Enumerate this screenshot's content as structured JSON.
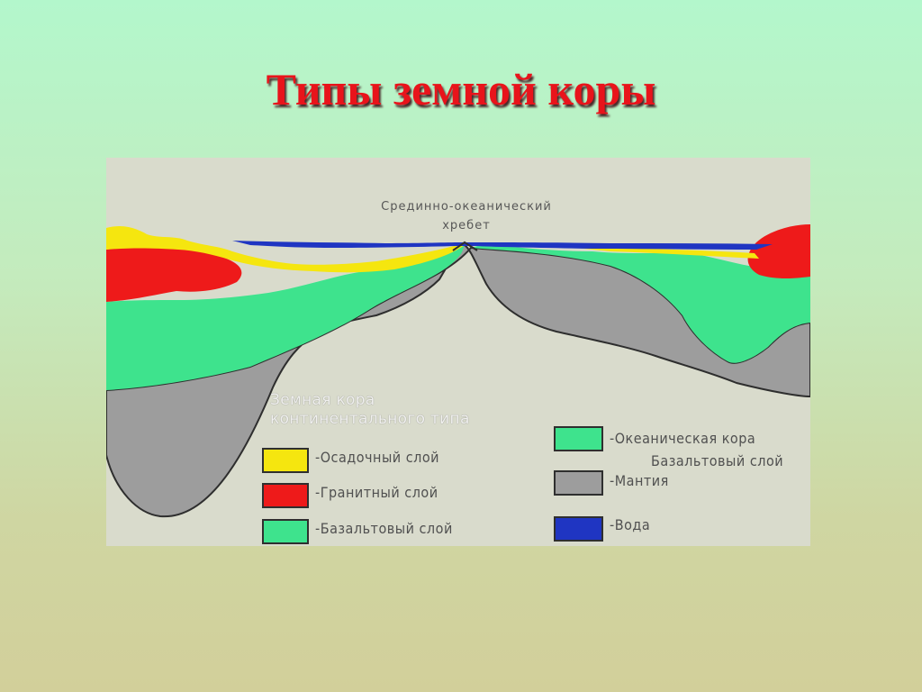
{
  "title": "Типы земной коры",
  "diagram": {
    "ridge_label_line1": "Срединно-океанический",
    "ridge_label_line2": "хребет",
    "legend_heading_line1": "Земная кора",
    "legend_heading_line2": "континентального типа",
    "legend_left": [
      {
        "label": "-Осадочный слой",
        "color": "#f5e60f"
      },
      {
        "label": "-Гранитный слой",
        "color": "#ee1a1a"
      },
      {
        "label": "-Базальтовый слой",
        "color": "#3ee38d"
      }
    ],
    "legend_right": [
      {
        "label_line1": "-Океаническая кора",
        "label_line2": "Базальтовый слой",
        "color": "#3ee38d"
      },
      {
        "label_line1": "-Мантия",
        "label_line2": "",
        "color": "#9d9d9d"
      },
      {
        "label_line1": "-Вода",
        "label_line2": "",
        "color": "#1f35c2"
      }
    ]
  }
}
